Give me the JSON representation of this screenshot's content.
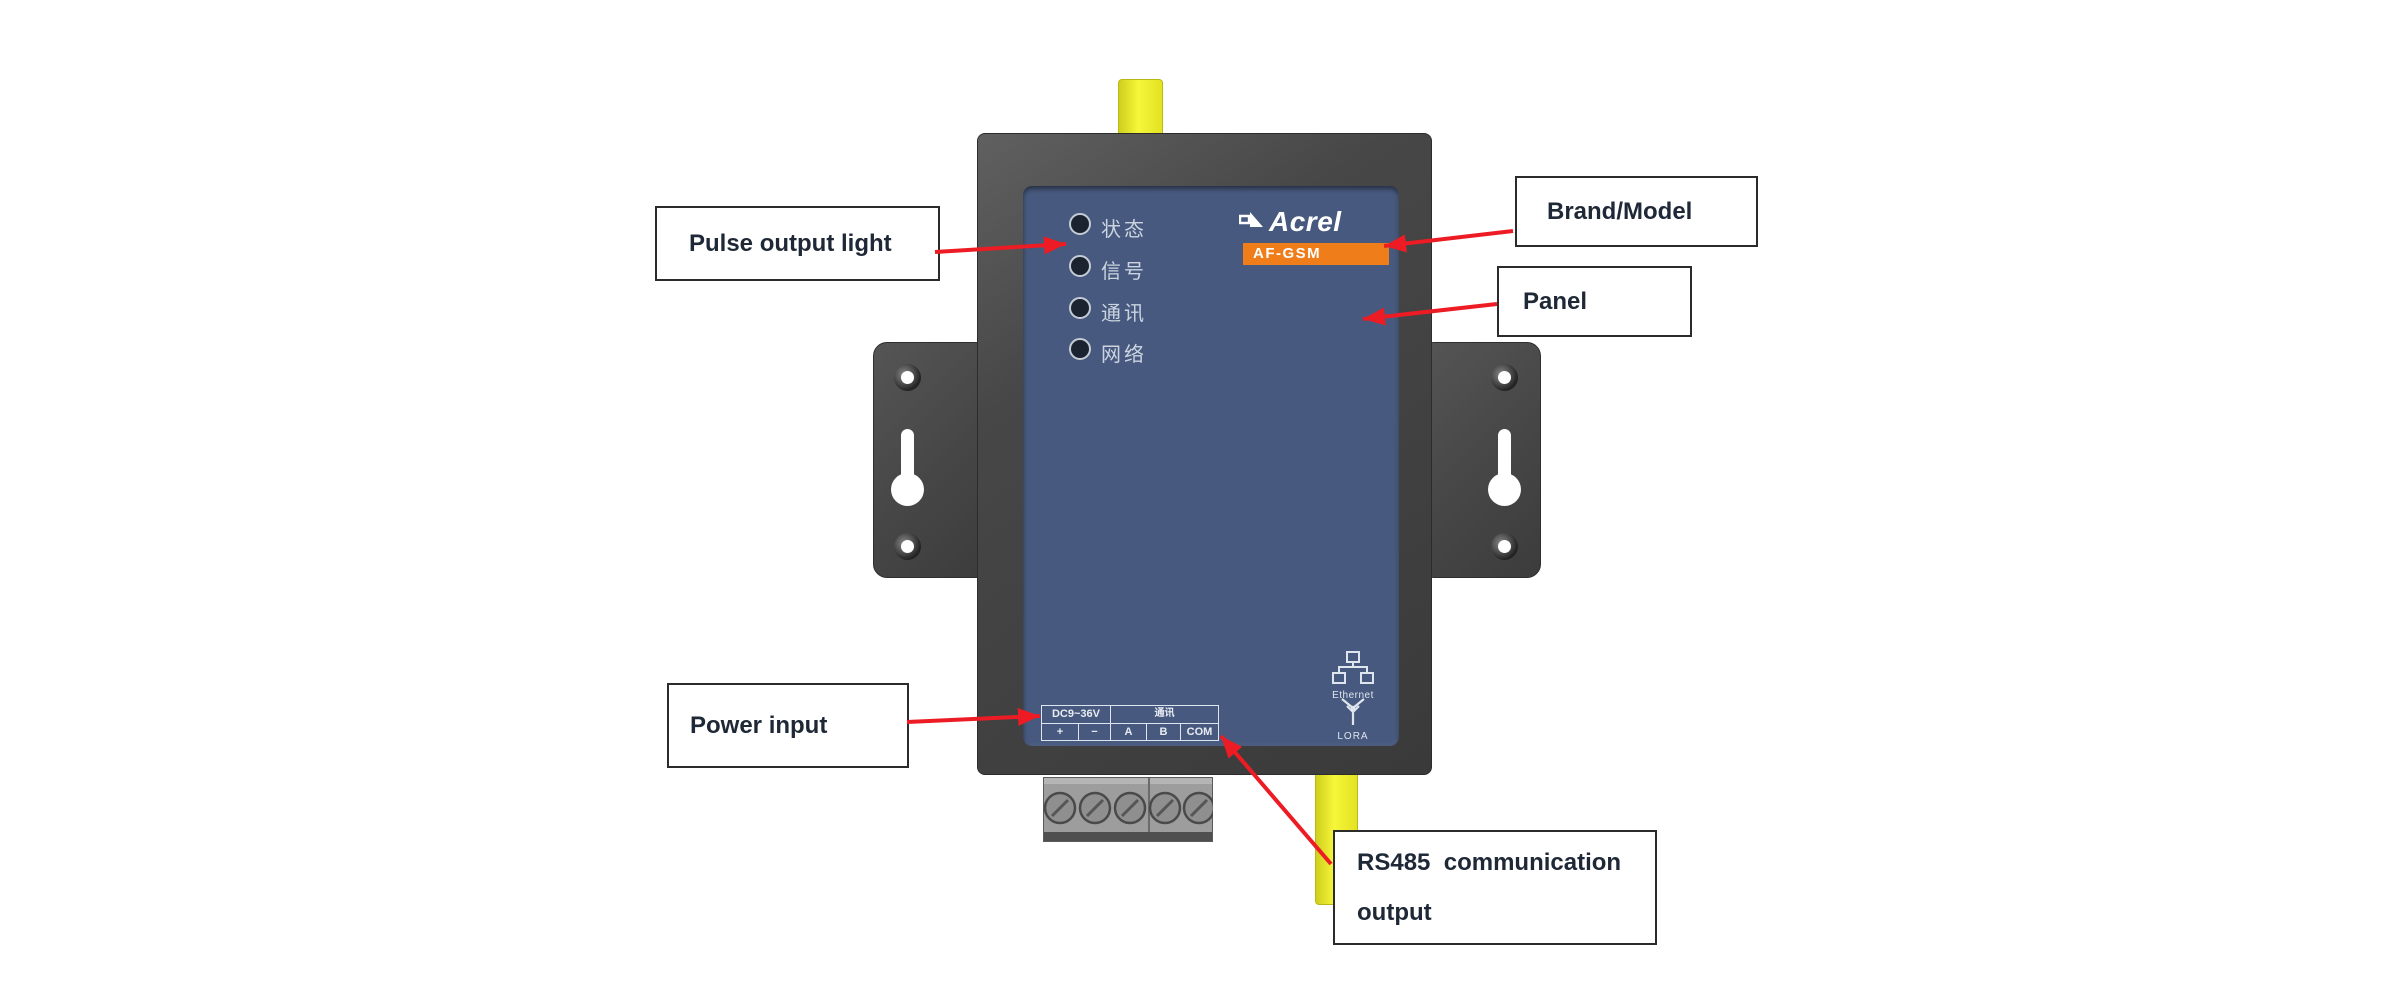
{
  "device": {
    "brand": "Acrel",
    "model": "AF-GSM",
    "leds": [
      {
        "label": "状态"
      },
      {
        "label": "信号"
      },
      {
        "label": "通讯"
      },
      {
        "label": "网络"
      }
    ],
    "terminal_table": {
      "power_header": "DC9~36V",
      "comm_header": "通讯",
      "terminals": [
        "+",
        "−",
        "A",
        "B",
        "COM"
      ]
    },
    "ethernet_label": "Ethernet",
    "lora_label": "LORA"
  },
  "callouts": {
    "pulse": {
      "label": "Pulse output light"
    },
    "brand": {
      "label": "Brand/Model"
    },
    "panel": {
      "label": "Panel"
    },
    "power": {
      "label": "Power input"
    },
    "rs485": {
      "line1": "RS485  communication",
      "line2": "output"
    }
  },
  "icons": {
    "acrel_logo": "acrel-logo-icon",
    "ethernet": "ethernet-icon",
    "lora": "lora-antenna-icon"
  },
  "colors": {
    "panel_blue": "#47597e",
    "model_orange": "#ef7d1a",
    "antenna_yellow": "#eded2c",
    "arrow_red": "#ed1c24",
    "frame_gray": "#474747",
    "callout_text": "#1e2836"
  }
}
